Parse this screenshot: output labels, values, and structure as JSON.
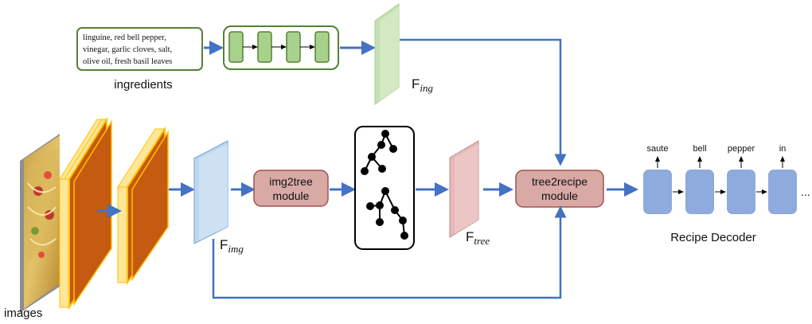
{
  "ingredients": {
    "lines": [
      "linguine, red bell pepper,",
      "vinegar, garlic cloves, salt,",
      "olive oil, fresh basil leaves"
    ],
    "label": "ingredients"
  },
  "features": {
    "ing": {
      "base": "F",
      "sub": "ing"
    },
    "img": {
      "base": "F",
      "sub": "img"
    },
    "tree": {
      "base": "F",
      "sub": "tree"
    }
  },
  "modules": {
    "img2tree": [
      "img2tree",
      "module"
    ],
    "tree2recipe": [
      "tree2recipe",
      "module"
    ]
  },
  "images_label": "images",
  "decoder": {
    "label": "Recipe Decoder",
    "words": [
      "saute",
      "bell",
      "pepper",
      "in"
    ],
    "ellipsis": "..."
  },
  "colors": {
    "arrow_blue": "#4472c4",
    "ingredient_border": "#548235",
    "ingredient_fill": "#c5e0b4",
    "f_ing": "#c5e0b4",
    "f_img": "#bdd7ee",
    "f_tree": "#e6b8b7",
    "module_fill": "#d9a9a6",
    "module_border": "#a0524e",
    "conv_face": "#c55a11",
    "conv_edge": "#ffc000",
    "decoder_fill": "#8faadc"
  }
}
